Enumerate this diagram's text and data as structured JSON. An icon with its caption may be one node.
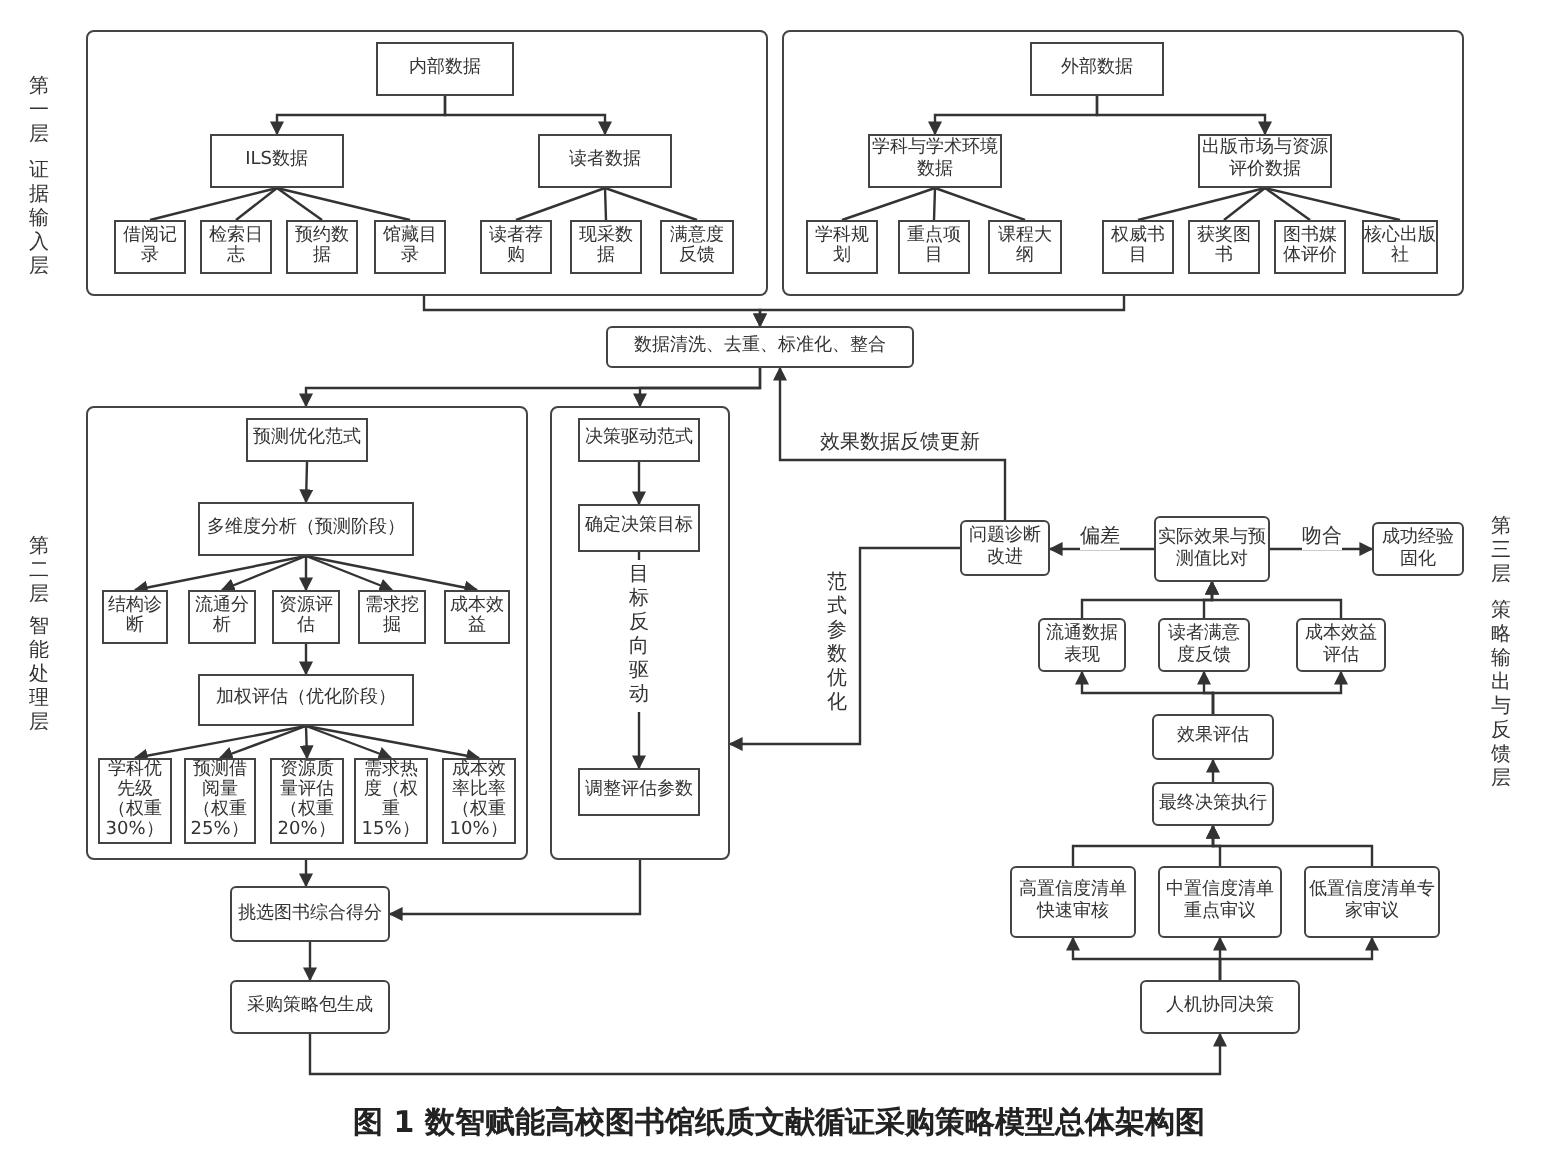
{
  "diagram": {
    "caption": "图 1 数智赋能高校图书馆纸质文献循证采购策略模型总体架构图",
    "nodes": [
      {
        "text": [],
        "shape": "box"
      },
      {
        "text": [
          "内部数据"
        ],
        "in": 0
      },
      {
        "text": [
          "ILS数据"
        ],
        "in": 0
      },
      {
        "text": [
          "读者数据"
        ],
        "in": 0
      },
      {
        "text": [
          "借阅记录"
        ],
        "in": 0
      },
      {
        "text": [
          "检索日志"
        ],
        "in": 0
      },
      {
        "text": [
          "预约数据"
        ],
        "in": 0
      },
      {
        "text": [
          "馆藏目录"
        ],
        "in": 0
      },
      {
        "text": [
          "读者荐购"
        ],
        "in": 0
      },
      {
        "text": [
          "现采数据"
        ],
        "in": 0
      },
      {
        "text": [
          "满意度反馈"
        ],
        "in": 0
      },
      {
        "text": [],
        "shape": "box"
      },
      {
        "text": [
          "外部数据"
        ],
        "in": 11
      },
      {
        "text": [
          "学科与学术环境数据"
        ],
        "in": 11
      },
      {
        "text": [
          "出版市场与资源评价数据"
        ],
        "in": 11
      },
      {
        "text": [
          "学科规划"
        ],
        "in": 11
      },
      {
        "text": [
          "重点项目"
        ],
        "in": 11
      },
      {
        "text": [
          "课程大纲"
        ],
        "in": 11
      },
      {
        "text": [
          "权威书目"
        ],
        "in": 11
      },
      {
        "text": [
          "获奖图书"
        ],
        "in": 11
      },
      {
        "text": [
          "图书媒体评价"
        ],
        "in": 11
      },
      {
        "text": [
          "核心出版社"
        ],
        "in": 11
      },
      {
        "text": [
          "数据清洗、去重、标准化、整合"
        ]
      },
      {
        "text": [],
        "shape": "box"
      },
      {
        "text": [
          "预测优化范式"
        ],
        "in": 23
      },
      {
        "text": [
          "多维度分析（预测阶段）"
        ],
        "in": 23
      },
      {
        "text": [
          "结构诊断"
        ],
        "in": 23
      },
      {
        "text": [
          "流通分析"
        ],
        "in": 23
      },
      {
        "text": [
          "资源评估"
        ],
        "in": 23
      },
      {
        "text": [
          "需求挖掘"
        ],
        "in": 23
      },
      {
        "text": [
          "成本效益"
        ],
        "in": 23
      },
      {
        "text": [
          "加权评估（优化阶段）"
        ],
        "in": 23
      },
      {
        "text": [
          "学科优先级（权重30%）"
        ],
        "in": 23
      },
      {
        "text": [
          "预测借阅量（权重25%）"
        ],
        "in": 23
      },
      {
        "text": [
          "资源质量评估（权重20%）"
        ],
        "in": 23
      },
      {
        "text": [
          "需求热度（权重15%）"
        ],
        "in": 23
      },
      {
        "text": [
          "成本效率比率（权重10%）"
        ],
        "in": 23
      },
      {
        "text": [],
        "shape": "box"
      },
      {
        "text": [
          "决策驱动范式"
        ],
        "in": 37
      },
      {
        "text": [
          "确定决策目标"
        ],
        "in": 37
      },
      {
        "text": [
          "调整评估参数"
        ],
        "in": 37
      },
      {
        "text": [
          "挑选图书综合得分"
        ]
      },
      {
        "text": [
          "采购策略包生成"
        ]
      },
      {
        "text": [
          "问题诊断改进"
        ]
      },
      {
        "text": [
          "实际效果与预测值比对"
        ]
      },
      {
        "text": [
          "成功经验固化"
        ]
      },
      {
        "text": [
          "流通数据表现"
        ]
      },
      {
        "text": [
          "读者满意度反馈"
        ]
      },
      {
        "text": [
          "成本效益评估"
        ]
      },
      {
        "text": [
          "效果评估"
        ]
      },
      {
        "text": [
          "最终决策执行"
        ]
      },
      {
        "text": [
          "高置信度清单快速审核"
        ]
      },
      {
        "text": [
          "中置信度清单重点审议"
        ]
      },
      {
        "text": [
          "低置信度清单专家审议"
        ]
      },
      {
        "text": [
          "人机协同决策"
        ]
      }
    ],
    "edges": [
      {
        "from": 1,
        "to": 2,
        "arrow": "to"
      },
      {
        "from": 1,
        "to": 3,
        "arrow": "to"
      },
      {
        "from": 2,
        "to": 4,
        "arrow": "none"
      },
      {
        "from": 2,
        "to": 5,
        "arrow": "none"
      },
      {
        "from": 2,
        "to": 6,
        "arrow": "none"
      },
      {
        "from": 2,
        "to": 7,
        "arrow": "none"
      },
      {
        "from": 3,
        "to": 8,
        "arrow": "none"
      },
      {
        "from": 3,
        "to": 9,
        "arrow": "none"
      },
      {
        "from": 3,
        "to": 10,
        "arrow": "none"
      },
      {
        "from": 12,
        "to": 13,
        "arrow": "to"
      },
      {
        "from": 12,
        "to": 14,
        "arrow": "to"
      },
      {
        "from": 13,
        "to": 15,
        "arrow": "none"
      },
      {
        "from": 13,
        "to": 16,
        "arrow": "none"
      },
      {
        "from": 13,
        "to": 17,
        "arrow": "none"
      },
      {
        "from": 14,
        "to": 18,
        "arrow": "none"
      },
      {
        "from": 14,
        "to": 19,
        "arrow": "none"
      },
      {
        "from": 14,
        "to": 20,
        "arrow": "none"
      },
      {
        "from": 14,
        "to": 21,
        "arrow": "none"
      },
      {
        "from": 0,
        "to": 22,
        "arrow": "to"
      },
      {
        "from": 11,
        "to": 22,
        "arrow": "to"
      },
      {
        "from": 22,
        "to": 23,
        "arrow": "to"
      },
      {
        "from": 22,
        "to": 37,
        "arrow": "to"
      },
      {
        "from": 24,
        "to": 25,
        "arrow": "to"
      },
      {
        "from": 25,
        "to": 26,
        "arrow": "to"
      },
      {
        "from": 25,
        "to": 27,
        "arrow": "to"
      },
      {
        "from": 25,
        "to": 28,
        "arrow": "to"
      },
      {
        "from": 25,
        "to": 29,
        "arrow": "to"
      },
      {
        "from": 25,
        "to": 30,
        "arrow": "to"
      },
      {
        "from": 28,
        "to": 31,
        "arrow": "to"
      },
      {
        "from": 31,
        "to": 32,
        "arrow": "to"
      },
      {
        "from": 31,
        "to": 33,
        "arrow": "to"
      },
      {
        "from": 31,
        "to": 34,
        "arrow": "to"
      },
      {
        "from": 31,
        "to": 35,
        "arrow": "to"
      },
      {
        "from": 31,
        "to": 36,
        "arrow": "to"
      },
      {
        "from": 38,
        "to": 39,
        "arrow": "to"
      },
      {
        "from": 39,
        "to": 40,
        "arrow": "to",
        "label": "目标反向驱动"
      },
      {
        "from": 23,
        "to": 41,
        "arrow": "to"
      },
      {
        "from": 37,
        "to": 41,
        "arrow": "to"
      },
      {
        "from": 41,
        "to": 42,
        "arrow": "to"
      },
      {
        "from": 42,
        "to": 54,
        "arrow": "to"
      },
      {
        "from": 54,
        "to": 51,
        "arrow": "to"
      },
      {
        "from": 54,
        "to": 52,
        "arrow": "to"
      },
      {
        "from": 54,
        "to": 53,
        "arrow": "to"
      },
      {
        "from": 51,
        "to": 50,
        "arrow": "to"
      },
      {
        "from": 52,
        "to": 50,
        "arrow": "to"
      },
      {
        "from": 53,
        "to": 50,
        "arrow": "to"
      },
      {
        "from": 50,
        "to": 49,
        "arrow": "to"
      },
      {
        "from": 49,
        "to": 46,
        "arrow": "to"
      },
      {
        "from": 49,
        "to": 47,
        "arrow": "to"
      },
      {
        "from": 49,
        "to": 48,
        "arrow": "to"
      },
      {
        "from": 46,
        "to": 44,
        "arrow": "to"
      },
      {
        "from": 47,
        "to": 44,
        "arrow": "to"
      },
      {
        "from": 48,
        "to": 44,
        "arrow": "to"
      },
      {
        "from": 44,
        "to": 43,
        "arrow": "to",
        "label": "偏差"
      },
      {
        "from": 44,
        "to": 45,
        "arrow": "to",
        "label": "吻合"
      },
      {
        "from": 43,
        "to": 22,
        "arrow": "to",
        "label": "效果数据反馈更新"
      },
      {
        "from": 43,
        "to": 37,
        "arrow": "to",
        "label": "范式参数优化"
      }
    ],
    "labels": [
      "第一层",
      "证据输入层",
      "第二层",
      "智能处理层",
      "第三层",
      "策略输出与反馈层"
    ]
  }
}
